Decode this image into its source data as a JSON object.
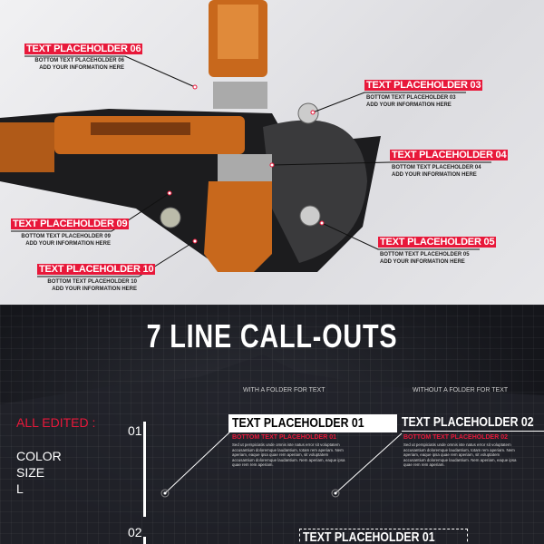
{
  "photo_callouts": [
    {
      "id": "06",
      "title": "TEXT PLACEHOLDER 06",
      "line1": "BOTTOM TEXT PLACEHOLDER 06",
      "line2": "ADD YOUR INFORMATION HERE"
    },
    {
      "id": "03",
      "title": "TEXT PLACEHOLDER 03",
      "line1": "BOTTOM TEXT PLACEHOLDER 03",
      "line2": "ADD YOUR INFORMATION HERE"
    },
    {
      "id": "04",
      "title": "TEXT PLACEHOLDER 04",
      "line1": "BOTTOM TEXT PLACEHOLDER 04",
      "line2": "ADD YOUR INFORMATION HERE"
    },
    {
      "id": "05",
      "title": "TEXT PLACEHOLDER 05",
      "line1": "BOTTOM TEXT PLACEHOLDER 05",
      "line2": "ADD YOUR INFORMATION HERE"
    },
    {
      "id": "09",
      "title": "TEXT PLACEHOLDER 09",
      "line1": "BOTTOM TEXT PLACEHOLDER 09",
      "line2": "ADD YOUR INFORMATION HERE"
    },
    {
      "id": "10",
      "title": "TEXT PLACEHOLDER 10",
      "line1": "BOTTOM TEXT PLACEHOLDER 10",
      "line2": "ADD YOUR INFORMATION HERE"
    }
  ],
  "title": "7 LINE CALL-OUTS",
  "column_headers": {
    "with_folder": "WITH A FOLDER FOR TEXT",
    "without_folder": "WITHOUT A FOLDER FOR TEXT"
  },
  "left_panel": {
    "heading": "ALL EDITED :",
    "items": [
      "COLOR",
      "SIZE",
      "L"
    ]
  },
  "rows": [
    "01",
    "02"
  ],
  "demo": {
    "c1": {
      "title": "TEXT PLACEHOLDER 01",
      "subtitle": "BOTTOM TEXT PLACEHOLDER 01"
    },
    "c2": {
      "title": "TEXT PLACEHOLDER 02",
      "subtitle": "BOTTOM TEXT PLACEHOLDER 02"
    },
    "c3": {
      "title": "TEXT PLACEHOLDER 01"
    },
    "body": "Sed ut perspiciatis unde omnis iste natus error sit voluptatem accusantium doloremque laudantium, totam rem aperiam. Nem aperiam, eaque ipsa quae rem aperiam, sit voluptatem accusantium doloremque laudantium. Nem aperiam, eaque ipsa quae rem rem aperiam."
  },
  "colors": {
    "accent": "#e8183a",
    "dark_bg": "#15161b",
    "orange": "#c8681c"
  }
}
